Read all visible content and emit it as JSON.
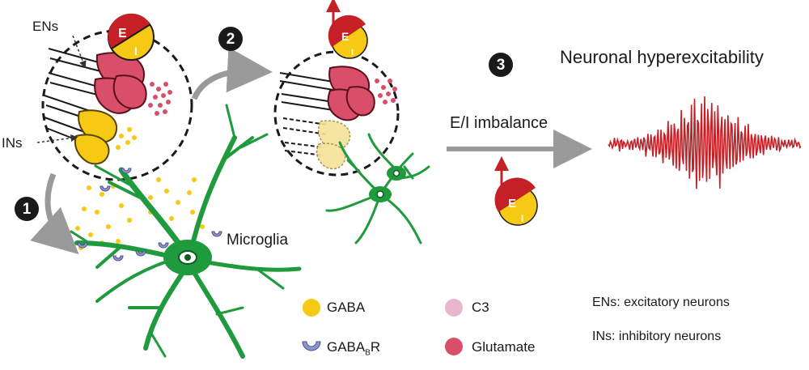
{
  "title": "Neuronal hyperexcitability",
  "imbalance_label": "E/I imbalance",
  "microglia_label": "Microglia",
  "en_pointer_label": "ENs",
  "in_pointer_label": "INs",
  "steps": [
    "1",
    "2",
    "3"
  ],
  "badge": {
    "e": "E",
    "i": "I"
  },
  "legend": {
    "gaba": "GABA",
    "gabab_r_main": "GABA",
    "gabab_r_sub": "B",
    "gabab_r_tail": "R",
    "c3": "C3",
    "glutamate": "Glutamate"
  },
  "abbreviations": {
    "ens": "ENs: excitatory neurons",
    "ins": "INs: inhibitory neurons"
  },
  "colors": {
    "excitatory": "#c42026",
    "inhibitory": "#f6c914",
    "microglia": "#1f9a3c",
    "c3": "#e9b5cf",
    "glutamate": "#d94f6a",
    "receptor": "#8f96c8",
    "arrow": "#9a9a9a"
  }
}
